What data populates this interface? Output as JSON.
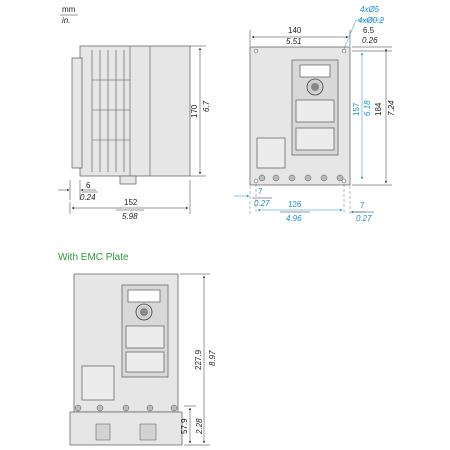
{
  "units": {
    "mm": "mm",
    "in": "in."
  },
  "section_title": "With EMC Plate",
  "side_view": {
    "height_mm": "170",
    "height_in": "6.7",
    "offset_mm": "6",
    "offset_in": "0.24",
    "depth_mm": "152",
    "depth_in": "5.98"
  },
  "front_view": {
    "width_mm": "140",
    "width_in": "5.51",
    "holes_mm": "4xØ5",
    "holes_in": "4xØ0.2",
    "top_mm": "6.5",
    "top_in": "0.26",
    "h157_mm": "157",
    "h157_in": "6.18",
    "h184_mm": "184",
    "h184_in": "7.24",
    "left_mm": "7",
    "left_in": "0.27",
    "center_mm": "126",
    "center_in": "4.96",
    "right_mm": "7",
    "right_in": "0.27"
  },
  "emc_view": {
    "height_mm": "227.9",
    "height_in": "8.97",
    "plate_mm": "57.9",
    "plate_in": "2.28"
  },
  "colors": {
    "accent_blue": "#1a8fd0",
    "section_green": "#2e9a3a"
  }
}
